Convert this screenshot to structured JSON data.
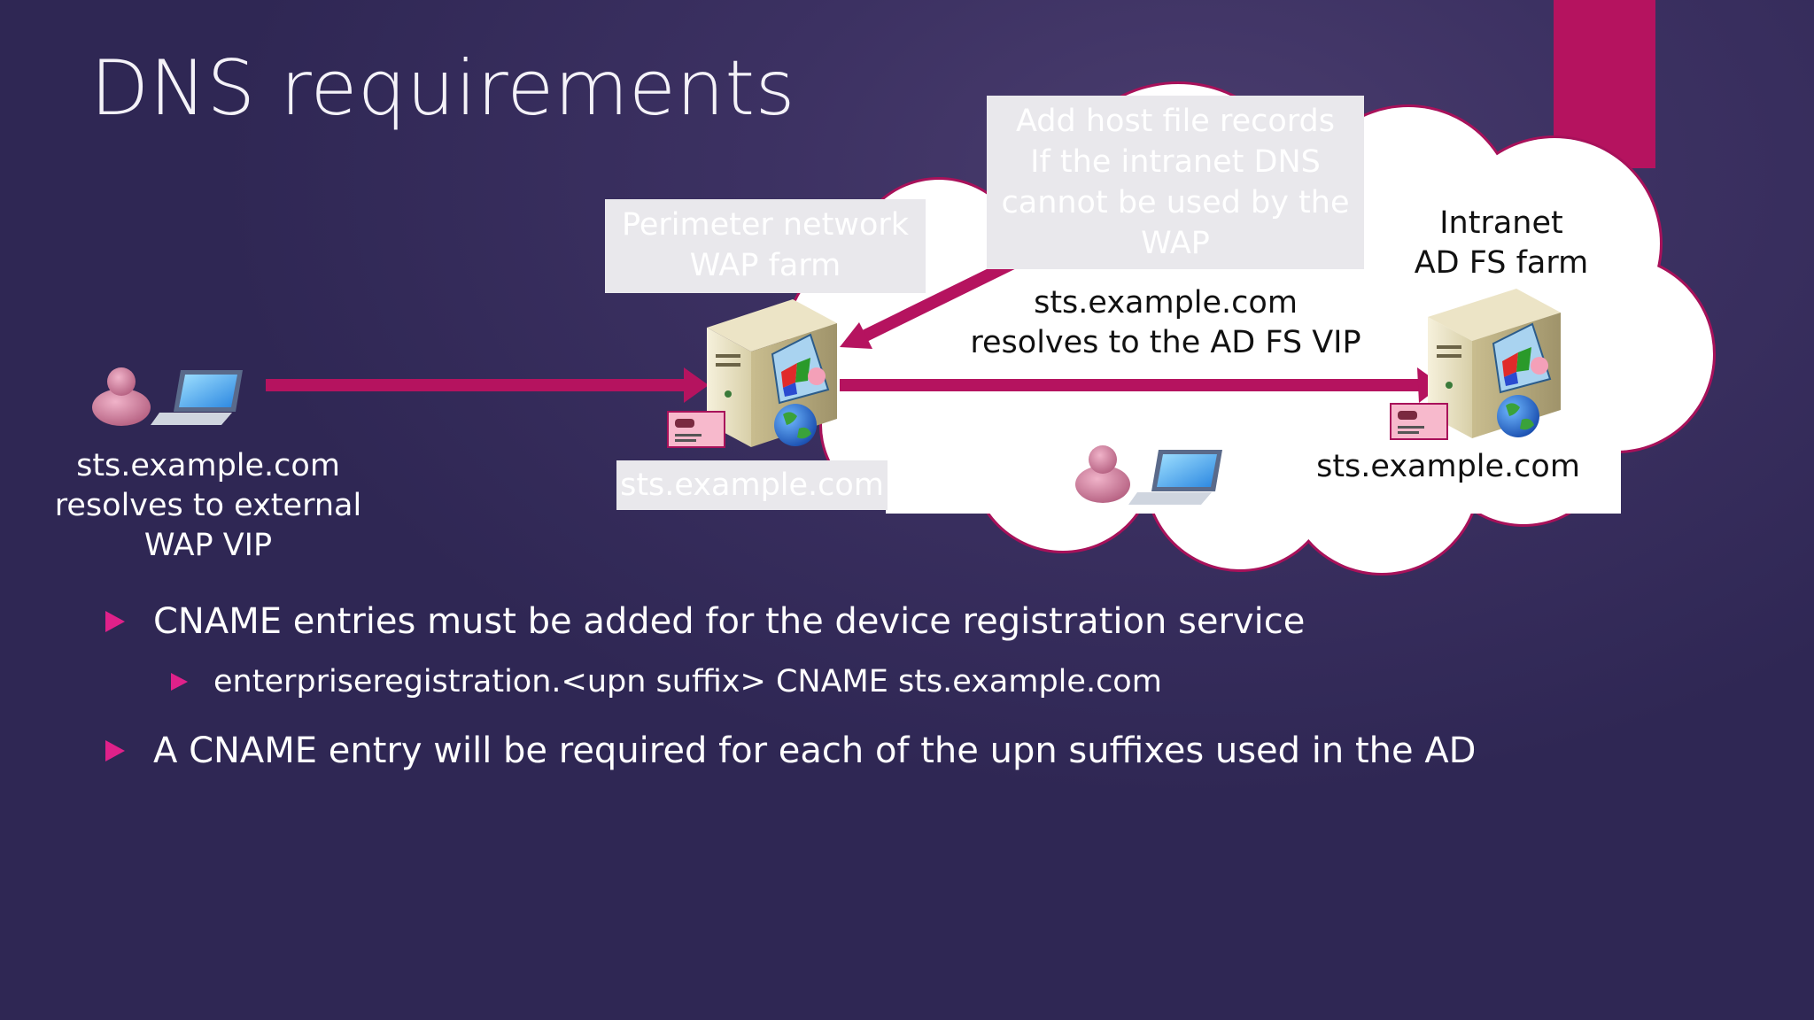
{
  "slide": {
    "title": "DNS requirements"
  },
  "diagram": {
    "callouts": {
      "perimeter": "Perimeter network\nWAP farm",
      "hostfile": "Add host file records\nIf the intranet DNS\ncannot be used by the\nWAP",
      "wap_host": "sts.example.com"
    },
    "labels": {
      "client": "sts.example.com\nresolves to external\nWAP VIP",
      "intranet": "Intranet\nAD FS farm",
      "resolves": "sts.example.com\nresolves to the AD FS VIP",
      "adfs_host": "sts.example.com"
    },
    "colors": {
      "arrow": "#b5135f",
      "accent": "#b5135f",
      "bullet": "#e0218a",
      "cloud_fill": "#ffffff",
      "cloud_stroke": "#a8115a",
      "callout_fill": "#e9e8ec"
    },
    "icons": [
      "user-icon",
      "laptop-icon",
      "server-icon",
      "certificate-icon",
      "globe-icon"
    ]
  },
  "bullets": [
    {
      "level": 1,
      "text": "CNAME entries must be added for the device registration service"
    },
    {
      "level": 2,
      "text": "enterpriseregistration.<upn suffix> CNAME  sts.example.com"
    },
    {
      "level": 1,
      "text": "A CNAME entry will be required for each of the upn suffixes used in the AD"
    }
  ]
}
